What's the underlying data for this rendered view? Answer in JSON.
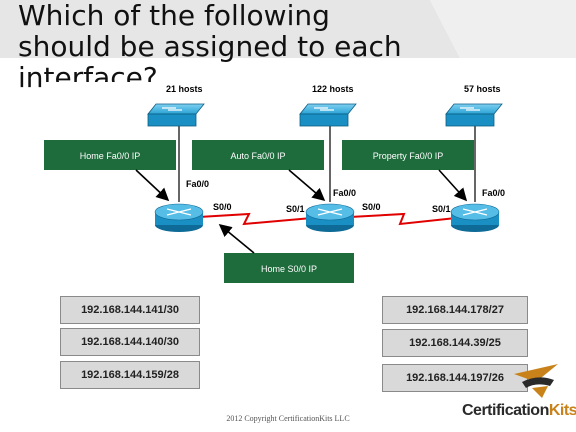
{
  "slide": {
    "title_line1": "Which of the following",
    "title_line2": "should be assigned to each",
    "title_line3": "interface?"
  },
  "diagram": {
    "hosts": [
      "21 hosts",
      "122 hosts",
      "57 hosts"
    ],
    "boxes": [
      "Home Fa0/0 IP",
      "Auto Fa0/0 IP",
      "Property Fa0/0 IP",
      "Home S0/0 IP"
    ],
    "ports": {
      "home_fa": "Fa0/0",
      "auto_fa": "Fa0/0",
      "prop_fa": "Fa0/0",
      "home_s00": "S0/0",
      "auto_s01": "S0/1",
      "auto_s00": "S0/0",
      "prop_s01": "S0/1"
    },
    "colors": {
      "box": "#1e6b3c",
      "device": "#1a8fc4",
      "link": "#e00000"
    }
  },
  "answers_left": [
    "192.168.144.141/30",
    "192.168.144.140/30",
    "192.168.144.159/28"
  ],
  "answers_right": [
    "192.168.144.178/27",
    "192.168.144.39/25",
    "192.168.144.197/26"
  ],
  "footer": {
    "copyright": "2012 Copyright CertificationKits LLC"
  },
  "logo": {
    "part1": "Certification",
    "part2": "Kits"
  }
}
